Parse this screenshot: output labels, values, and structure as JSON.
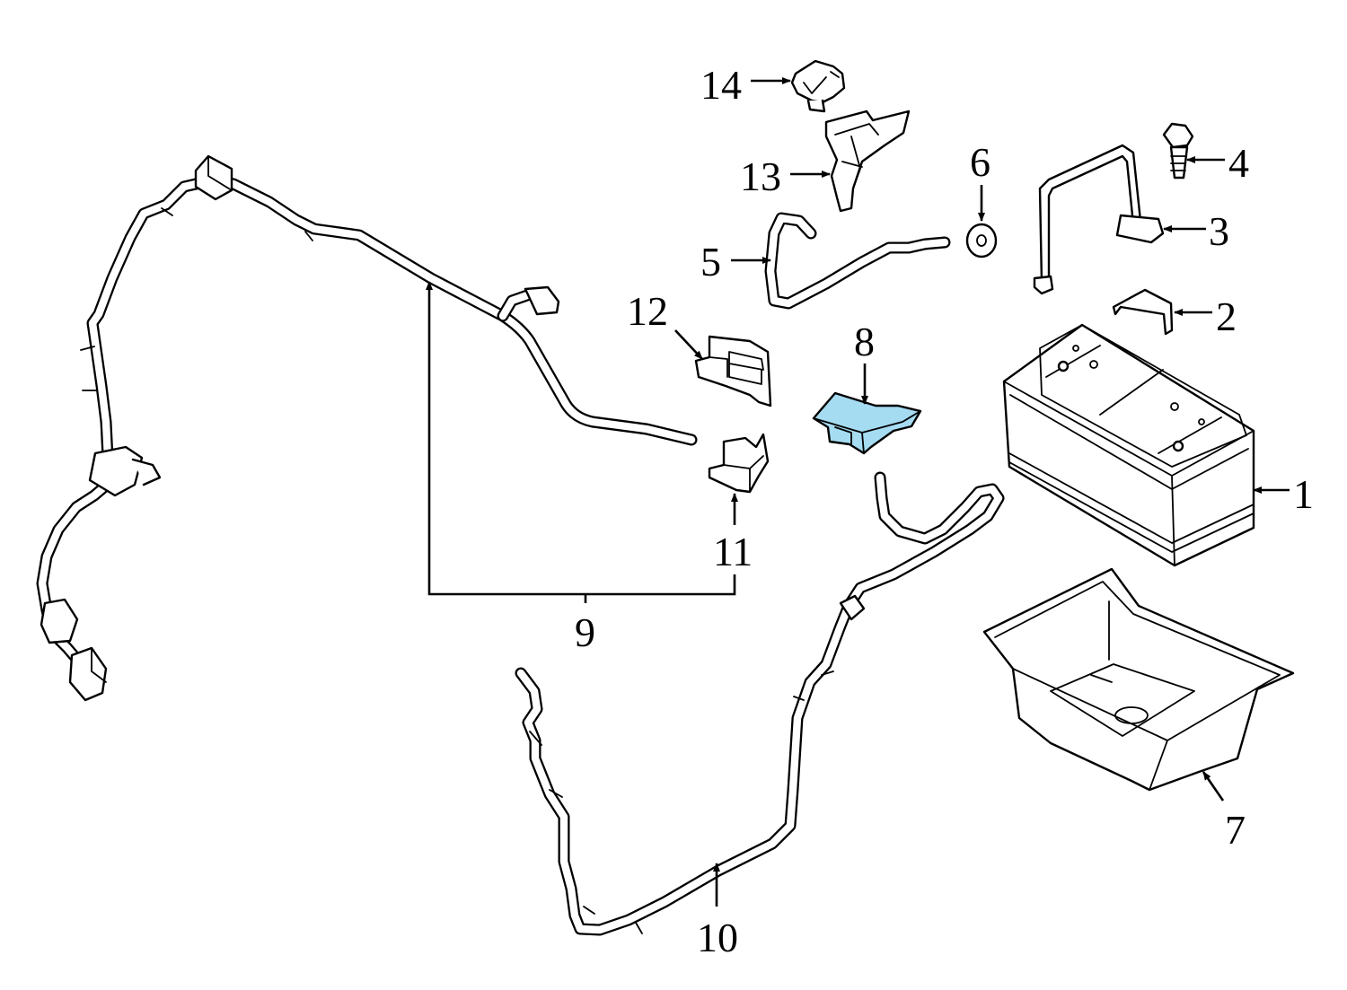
{
  "diagram": {
    "highlight_color": "#a6dcf2",
    "callouts": [
      {
        "id": "c1",
        "label": "1"
      },
      {
        "id": "c2",
        "label": "2"
      },
      {
        "id": "c3",
        "label": "3"
      },
      {
        "id": "c4",
        "label": "4"
      },
      {
        "id": "c5",
        "label": "5"
      },
      {
        "id": "c6",
        "label": "6"
      },
      {
        "id": "c7",
        "label": "7"
      },
      {
        "id": "c8",
        "label": "8"
      },
      {
        "id": "c9",
        "label": "9"
      },
      {
        "id": "c10",
        "label": "10"
      },
      {
        "id": "c11",
        "label": "11"
      },
      {
        "id": "c12",
        "label": "12"
      },
      {
        "id": "c13",
        "label": "13"
      },
      {
        "id": "c14",
        "label": "14"
      }
    ]
  }
}
